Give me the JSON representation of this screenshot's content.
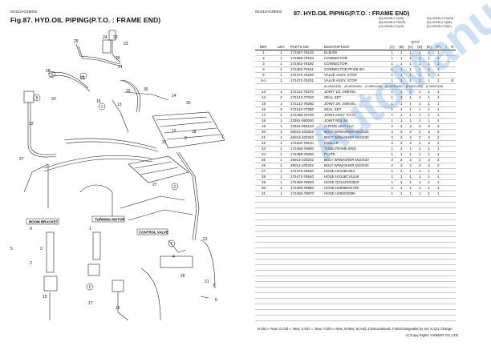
{
  "left": {
    "doc_code": "0CS10-G45001",
    "figure_title": "Fig.87.  HYD.OIL PIPING(P.T.O. : FRAME END)",
    "labels": {
      "boom_bracket": "BOOM BRACKET",
      "turning_motor": "TURNING MOTOR",
      "control_valve": "CONTROL VALVE"
    },
    "callouts": [
      "25",
      "24",
      "22",
      "23",
      "26",
      "21",
      "28",
      "29",
      "30",
      "19",
      "13",
      "14",
      "19",
      "23",
      "20",
      "12",
      "18",
      "8",
      "7",
      "22",
      "31",
      "27",
      "27",
      "1",
      "21",
      "5",
      "9",
      "3",
      "2",
      "15",
      "17",
      "16",
      "4",
      "26",
      "2",
      "5",
      "21",
      "A",
      "A",
      "B",
      "C",
      "D",
      "E",
      "F",
      "F"
    ]
  },
  "right": {
    "doc_code": "0CS10-G49001",
    "title": "87.  HYD.OIL PIPING(P.T.O. : FRAME END)",
    "variants_left": [
      "(A)=VIO35-2 C(US)",
      "(B)=VIO35-2 PS(US)",
      "(C)=VIO35-2 C(US)"
    ],
    "variants_right": [
      "(D)=VIO35-2 PV(K9)",
      "(E)=VIO35-2 C(NZ)",
      "(F)=VIO35-2 P(NZ)"
    ],
    "headers": {
      "ref": "REF.",
      "lev": "LEV.",
      "parts_no": "PARTS NO.",
      "description": "DESCRIPTION",
      "qty": "Q'TY",
      "qty_cols": [
        "(A)",
        "(B)",
        "(C)",
        "(D)",
        "(E)",
        "(F)"
      ],
      "i": "I",
      "r": "R"
    },
    "group_header": [
      "(A=M001426)",
      "(B=M001426)",
      "(C=M001426)",
      "(D=M001426)",
      "(E=M001426)",
      "(F=M001426)"
    ],
    "rows": [
      {
        "ref": "1",
        "lev": "1",
        "no": "172467-76120",
        "desc": "ELBOW",
        "q": [
          "1",
          "1",
          "1",
          "1",
          "1",
          "1"
        ],
        "i": "",
        "r": ""
      },
      {
        "ref": "2",
        "lev": "1",
        "no": "172988-76120",
        "desc": "CONNECTOR",
        "q": [
          "1",
          "1",
          "1",
          "1",
          "1",
          "1"
        ],
        "i": "",
        "r": ""
      },
      {
        "ref": "3",
        "lev": "1",
        "no": "172462-76180",
        "desc": "CONNECTOR",
        "q": [
          "1",
          "1",
          "1",
          "1",
          "1",
          "1"
        ],
        "i": "",
        "r": ""
      },
      {
        "ref": "4",
        "lev": "1",
        "no": "172402-76191",
        "desc": "CONNECTOR PF3/8-3/4",
        "q": [
          "1",
          "1",
          "1",
          "1",
          "1",
          "1"
        ],
        "i": "",
        "r": ""
      },
      {
        "ref": "5",
        "lev": "1",
        "no": "172472-76200",
        "desc": "VALVE ASSY. STOP",
        "q": [
          "1",
          "1",
          "1",
          "1",
          "1",
          "1"
        ],
        "i": "",
        "r": ""
      },
      {
        "ref": "5-1",
        "lev": "1",
        "no": "172472-76201",
        "desc": "VALVE ASSY. STOP",
        "q": [
          "1",
          "1",
          "1",
          "1",
          "1",
          "1"
        ],
        "i": "",
        "r": "R"
      },
      {
        "group": true
      },
      {
        "ref": "13",
        "lev": "1",
        "no": "172142-76270",
        "desc": "JOINT 1/2, SWIVEL",
        "q": [
          "1",
          "1",
          "1",
          "1",
          "1",
          "1"
        ],
        "i": "",
        "r": ""
      },
      {
        "ref": "14",
        "lev": "2",
        "no": "172142-77040",
        "desc": "SEAL SET",
        "q": [
          "1",
          "1",
          "1",
          "1",
          "1",
          "1"
        ],
        "i": "",
        "r": ""
      },
      {
        "ref": "15",
        "lev": "1",
        "no": "172142-76280",
        "desc": "JOINT 3/4, SWIVEL",
        "q": [
          "1",
          "1",
          "1",
          "1",
          "1",
          "1"
        ],
        "i": "",
        "r": ""
      },
      {
        "ref": "16",
        "lev": "2",
        "no": "172142-77050",
        "desc": "SEAL SET",
        "q": [
          "1",
          "1",
          "1",
          "1",
          "1",
          "1"
        ],
        "i": "",
        "r": ""
      },
      {
        "ref": "17",
        "lev": "1",
        "no": "172458-76700",
        "desc": "JOINT ASSY. P.T.O.",
        "q": [
          "1",
          "1",
          "1",
          "1",
          "1",
          "1"
        ],
        "i": "",
        "r": ""
      },
      {
        "ref": "18",
        "lev": "1",
        "no": "23391-080000",
        "desc": "JOINT RGI 3/4",
        "q": [
          "1",
          "1",
          "1",
          "1",
          "1",
          "1"
        ],
        "i": "",
        "r": ""
      },
      {
        "ref": "19",
        "lev": "1",
        "no": "24315-050140",
        "desc": "O-RING 1B P.14.0",
        "q": [
          "2",
          "2",
          "2",
          "2",
          "2",
          "2"
        ],
        "i": "",
        "r": ""
      },
      {
        "ref": "20",
        "lev": "1",
        "no": "26013-100252",
        "desc": "BOLT W/WASHER M10X25",
        "q": [
          "2",
          "2",
          "2",
          "2",
          "2",
          "2"
        ],
        "i": "",
        "r": ""
      },
      {
        "ref": "21",
        "lev": "1",
        "no": "26013-100252",
        "desc": "BOLT W/WASHER M10X25",
        "q": [
          "2",
          "2",
          "2",
          "2",
          "2",
          "2"
        ],
        "i": "",
        "r": ""
      },
      {
        "ref": "22",
        "lev": "1",
        "no": "172118-76910",
        "desc": "COLLAR",
        "q": [
          "2",
          "2",
          "2",
          "2",
          "2",
          "2"
        ],
        "i": "",
        "r": ""
      },
      {
        "ref": "23",
        "lev": "1",
        "no": "172458-76800",
        "desc": "TUBE,FRAME END",
        "q": [
          "1",
          "1",
          "1",
          "1",
          "1",
          "1"
        ],
        "i": "",
        "r": ""
      },
      {
        "ref": "24",
        "lev": "1",
        "no": "172458-76000",
        "desc": "PLATE",
        "q": [
          "1",
          "1",
          "1",
          "1",
          "1",
          "1"
        ],
        "i": "",
        "r": ""
      },
      {
        "ref": "25",
        "lev": "1",
        "no": "26013-100202",
        "desc": "BOLT W/WASHER M10X20",
        "q": [
          "2",
          "2",
          "2",
          "2",
          "2",
          "2"
        ],
        "i": "",
        "r": ""
      },
      {
        "ref": "26",
        "lev": "1",
        "no": "26013-100252",
        "desc": "BOLT W/WASHER M10X25",
        "q": [
          "2",
          "2",
          "2",
          "2",
          "2",
          "2"
        ],
        "i": "",
        "r": ""
      },
      {
        "ref": "27",
        "lev": "1",
        "no": "172472-78530",
        "desc": "HOSE H2128C054",
        "q": [
          "1",
          "1",
          "1",
          "1",
          "1",
          "1"
        ],
        "i": "",
        "r": ""
      },
      {
        "ref": "28",
        "lev": "1",
        "no": "172472-78540",
        "desc": "HOSE H3126CV1108",
        "q": [
          "1",
          "1",
          "1",
          "1",
          "1",
          "1"
        ],
        "i": "",
        "r": ""
      },
      {
        "ref": "29",
        "lev": "1",
        "no": "172458-78940",
        "desc": "HOSE G2124D2392K",
        "q": [
          "1",
          "1",
          "1",
          "1",
          "1",
          "1"
        ],
        "i": "",
        "r": ""
      },
      {
        "ref": "30",
        "lev": "1",
        "no": "172458-78950",
        "desc": "HOSE H3095D0179K",
        "q": [
          "1",
          "1",
          "1",
          "1",
          "1",
          "1"
        ],
        "i": "",
        "r": ""
      },
      {
        "ref": "31",
        "lev": "1",
        "no": "172458-78970",
        "desc": "HOSE H309CD095",
        "q": [
          "1",
          "1",
          "1",
          "1",
          "1",
          "1"
        ],
        "i": "",
        "r": ""
      }
    ],
    "empty_rows": 22,
    "footer": "N.Old ⇨ New, O.Old ⇦ New, X.Old ⇔ New, Y.Old ⇨ New, N.New, W.Add, Z.Discontinued, F.Interchangeable by set, K.Q'ty Change",
    "copyright": "(C)Copy Rights YANMAR CO.,LTD."
  },
  "watermark": "AutoManual"
}
